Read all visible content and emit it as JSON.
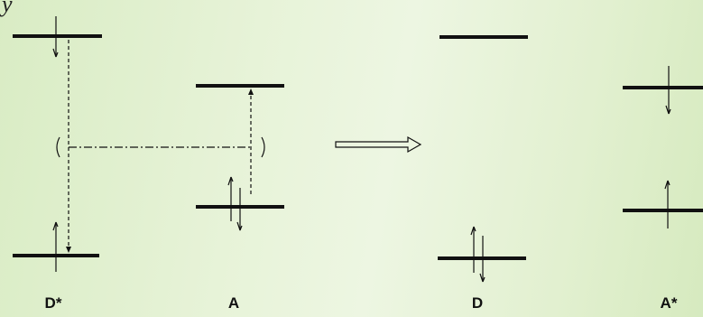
{
  "header_fragment": "y",
  "labels": {
    "donor_excited": "D*",
    "acceptor_ground": "A",
    "donor_ground": "D",
    "acceptor_excited": "A*"
  },
  "colors": {
    "line": "#111111",
    "background": "#e6f2d8"
  }
}
